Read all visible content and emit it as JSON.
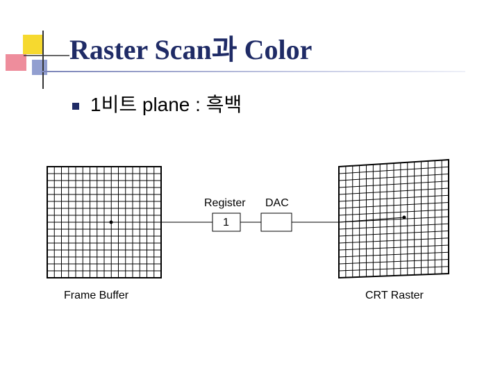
{
  "slide": {
    "title": "Raster Scan과 Color",
    "bullets": [
      {
        "text": "1비트 plane : 흑백"
      }
    ]
  },
  "diagram": {
    "frame_buffer_label": "Frame Buffer",
    "register_label": "Register",
    "register_value": "1",
    "dac_label": "DAC",
    "crt_label": "CRT Raster"
  },
  "colors": {
    "title": "#1f2b66",
    "logo_yellow": "#f5d20a",
    "logo_red": "#e0304a",
    "logo_blue": "#4a5fb0"
  }
}
